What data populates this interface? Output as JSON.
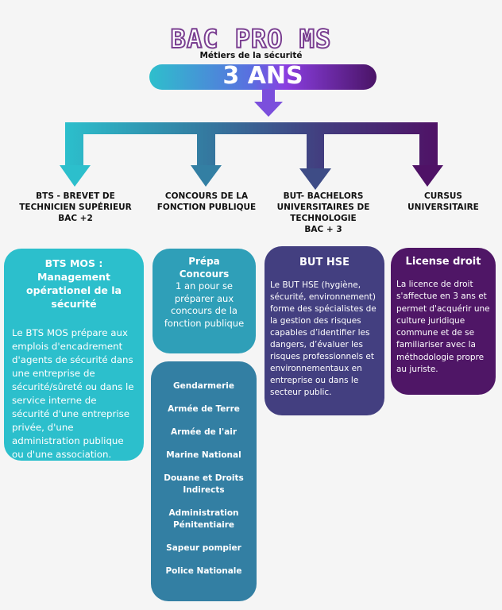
{
  "header": {
    "title": "BAC PRO MS",
    "subtitle": "Métiers de la sécurité",
    "duration": "3 ANS"
  },
  "colors": {
    "teal": "#2cbfcc",
    "blue_teal": "#337fa3",
    "indigo": "#423f80",
    "purple": "#4f1666",
    "background": "#f5f5f5"
  },
  "branches": [
    {
      "heading": [
        "BTS - BREVET DE",
        "TECHNICIEN SUPÉRIEUR",
        "BAC +2"
      ]
    },
    {
      "heading": [
        "CONCOURS DE LA",
        "FONCTION PUBLIQUE"
      ]
    },
    {
      "heading": [
        "BUT-  BACHELORS",
        "UNIVERSITAIRES DE",
        "TECHNOLOGIE",
        "BAC + 3"
      ]
    },
    {
      "heading": [
        "CURSUS",
        "UNIVERSITAIRE"
      ]
    }
  ],
  "cards": {
    "bts": {
      "title": "BTS MOS : Management opérationel de la sécurité",
      "body": "Le BTS MOS prépare aux emplois d'encadrement d'agents de sécurité dans une entreprise de sécurité/sûreté ou dans le service interne de sécurité d'une entreprise privée, d'une administration publique ou d'une association."
    },
    "prepa": {
      "title": "Prépa Concours",
      "body": "1 an pour se préparer aux concours de la fonction publique"
    },
    "concours_list": [
      "Gendarmerie",
      "Armée de Terre",
      "Armée de l'air",
      "Marine National",
      "Douane et Droits Indirects",
      "Administration Pénitentiaire",
      "Sapeur pompier",
      "Police Nationale"
    ],
    "but": {
      "title": "BUT HSE",
      "body": "Le BUT HSE (hygiène, sécurité, environnement) forme des spécialistes de la gestion des risques capables d’identifier les dangers, d’évaluer les risques professionnels et environnementaux en entreprise ou dans le secteur public."
    },
    "licence": {
      "title": "License droit",
      "body": "La licence de droit s'affectue en 3 ans et permet d'acquérir une culture juridique commune et de se familiariser avec la méthodologie propre au juriste."
    }
  }
}
